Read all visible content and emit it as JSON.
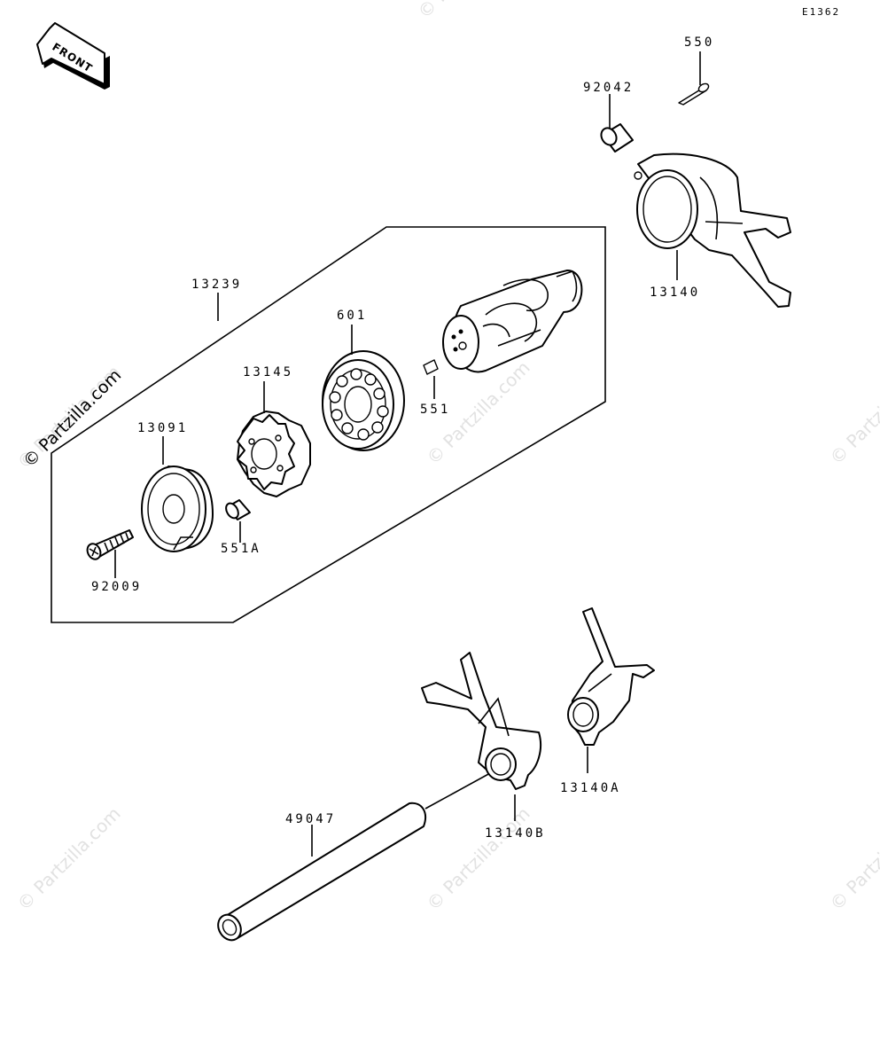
{
  "diagram": {
    "code": "E1362",
    "front_label": "FRONT",
    "watermark": "© Partzilla.com",
    "parts": {
      "p550": "550",
      "p92042": "92042",
      "p13140": "13140",
      "p13239": "13239",
      "p601": "601",
      "p13145": "13145",
      "p551": "551",
      "p13091": "13091",
      "p551A": "551A",
      "p92009": "92009",
      "p49047": "49047",
      "p13140B": "13140B",
      "p13140A": "13140A"
    }
  }
}
